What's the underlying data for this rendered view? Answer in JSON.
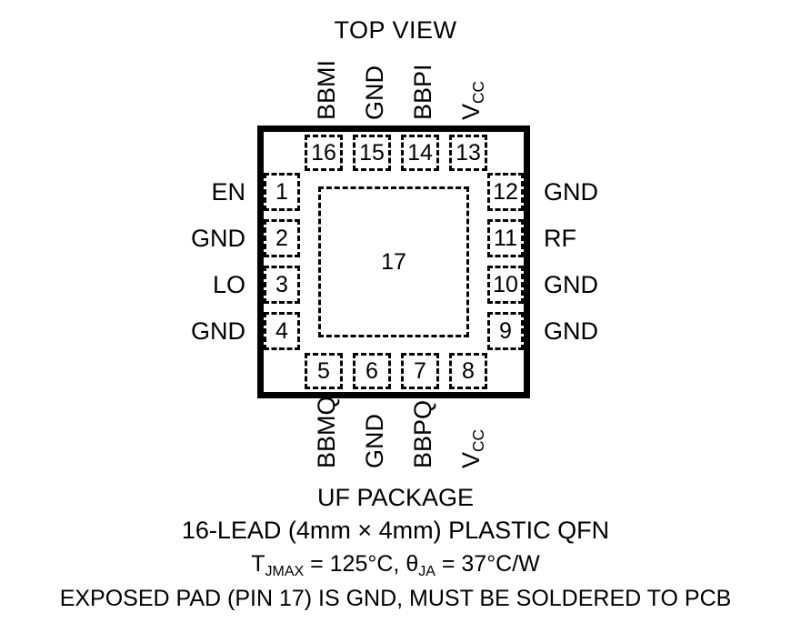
{
  "title": "TOP VIEW",
  "package": {
    "pin_count": 16,
    "exposed_pad": {
      "number": "17"
    },
    "pins": {
      "left": [
        {
          "number": "1",
          "label": "EN"
        },
        {
          "number": "2",
          "label": "GND"
        },
        {
          "number": "3",
          "label": "LO"
        },
        {
          "number": "4",
          "label": "GND"
        }
      ],
      "bottom": [
        {
          "number": "5",
          "label": "BBMQ",
          "sub": ""
        },
        {
          "number": "6",
          "label": "GND",
          "sub": ""
        },
        {
          "number": "7",
          "label": "BBPQ",
          "sub": ""
        },
        {
          "number": "8",
          "label": "V",
          "sub": "CC"
        }
      ],
      "right": [
        {
          "number": "12",
          "label": "GND"
        },
        {
          "number": "11",
          "label": "RF"
        },
        {
          "number": "10",
          "label": "GND"
        },
        {
          "number": "9",
          "label": "GND"
        }
      ],
      "top": [
        {
          "number": "16",
          "label": "BBMI",
          "sub": ""
        },
        {
          "number": "15",
          "label": "GND",
          "sub": ""
        },
        {
          "number": "14",
          "label": "BBPI",
          "sub": ""
        },
        {
          "number": "13",
          "label": "V",
          "sub": "CC"
        }
      ]
    }
  },
  "caption": {
    "line1": "UF PACKAGE",
    "line2": "16-LEAD (4mm × 4mm) PLASTIC QFN",
    "line3": {
      "tj_symbol": "T",
      "tj_sub": "JMAX",
      "tj_value": " = 125°C, ",
      "theta_symbol": "θ",
      "theta_sub": "JA",
      "theta_value": " = 37°C/W"
    },
    "line4": "EXPOSED PAD (PIN 17) IS GND, MUST BE SOLDERED TO PCB"
  },
  "colors": {
    "ink": "#000000",
    "background": "#ffffff"
  }
}
